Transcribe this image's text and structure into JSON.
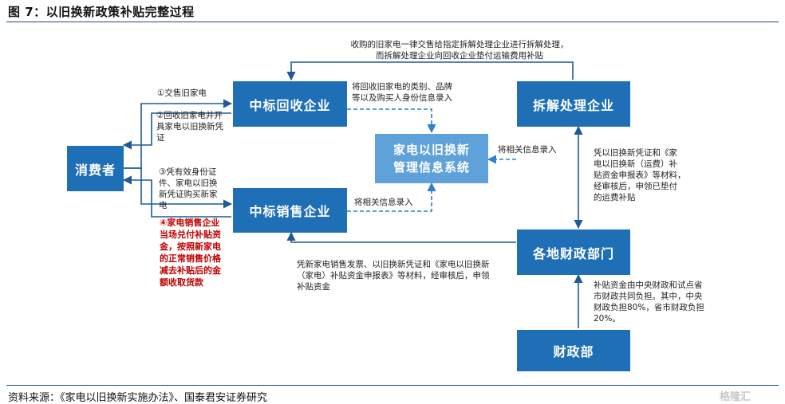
{
  "figure": {
    "title": "图 7：以旧换新政策补贴完整过程",
    "source": "资料来源：《家电以旧换新实施办法》、国泰君安证券研究",
    "watermark": "格隆汇"
  },
  "boxes": {
    "consumer": "消费者",
    "recycler": "中标回收企业",
    "seller": "中标销售企业",
    "system_line1": "家电以旧换新",
    "system_line2": "管理信息系统",
    "dismantler": "拆解处理企业",
    "local_finance": "各地财政部门",
    "ministry": "财政部"
  },
  "notes": {
    "top_line1": "收购的旧家电一律交售给指定拆解处理企业进行拆解处理，",
    "top_line2": "而拆解处理企业向回收企业垫付运输费用补贴",
    "step1": "①交售旧家电",
    "step2_line1": "②回收旧家电并开",
    "step2_line2": "具家电以旧换新凭",
    "step2_line3": "证",
    "step3_line1": "③凭有效身份证",
    "step3_line2": "件、家电以旧换",
    "step3_line3": "新凭证购买新家",
    "step3_line4": "电",
    "step4_line1": "④家电销售企业",
    "step4_line2": "当场兑付补贴资",
    "step4_line3": "金，按照新家电",
    "step4_line4": "的正常销售价格",
    "step4_line5": "减去补贴后的金",
    "step4_line6": "额收取货款",
    "recycler_info_line1": "将回收旧家电的类别、品牌",
    "recycler_info_line2": "等以及购买人身份信息录入",
    "seller_info": "将相关信息录入",
    "dismantler_info": "将相关信息录入",
    "dismantler_claim_line1": "凭以旧换新凭证和《家",
    "dismantler_claim_line2": "电以旧换新（运费）补",
    "dismantler_claim_line3": "贴资金申报表》等材料，",
    "dismantler_claim_line4": "经审核后，申领已垫付",
    "dismantler_claim_line5": "的运费补贴",
    "seller_claim_line1": "凭新家电销售发票、以旧换新凭证和《家电以旧换新",
    "seller_claim_line2": "（家电）补贴资金申报表》等材料，经审核后，申领",
    "seller_claim_line3": "补贴资金",
    "funding_line1": "补贴资金由中央财政和试点省",
    "funding_line2": "市财政共同负担。其中，中央",
    "funding_line3": "财政负担80%，省市财政负担",
    "funding_line4": "20%。"
  },
  "colors": {
    "box": "#1e6fb5",
    "system_box": "#5fa1d9",
    "arrow": "#1e5a96",
    "dashed_arrow": "#2f7fd0",
    "highlight_text": "#c00000"
  }
}
